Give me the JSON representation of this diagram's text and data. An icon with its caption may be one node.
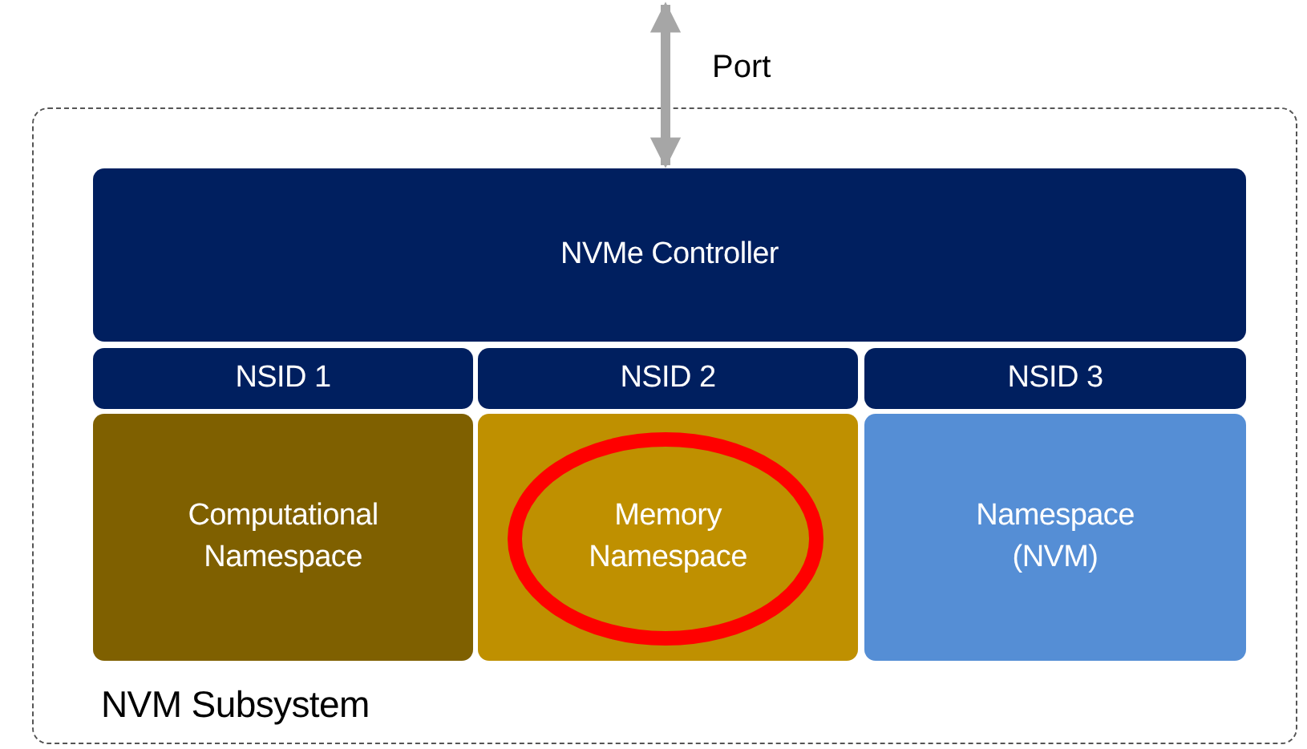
{
  "diagram": {
    "nodes": [
      {
        "text": [
          "NVM Subsystem"
        ]
      },
      {
        "text": [
          "NVMe Controller"
        ],
        "in": 0
      },
      {
        "text": [
          "NSID 1"
        ],
        "in": 0
      },
      {
        "text": [
          "NSID 2"
        ],
        "in": 0
      },
      {
        "text": [
          "NSID 3"
        ],
        "in": 0
      },
      {
        "text": [
          "Computational Namespace"
        ],
        "in": 0
      },
      {
        "text": [
          "Memory Namespace"
        ],
        "in": 0
      },
      {
        "text": [
          "Namespace (NVM)"
        ],
        "in": 0
      }
    ],
    "edges": [
      {
        "from": null,
        "to": 1,
        "arrow": "both",
        "label": "Port",
        "color": "#a6a6a6"
      }
    ]
  }
}
